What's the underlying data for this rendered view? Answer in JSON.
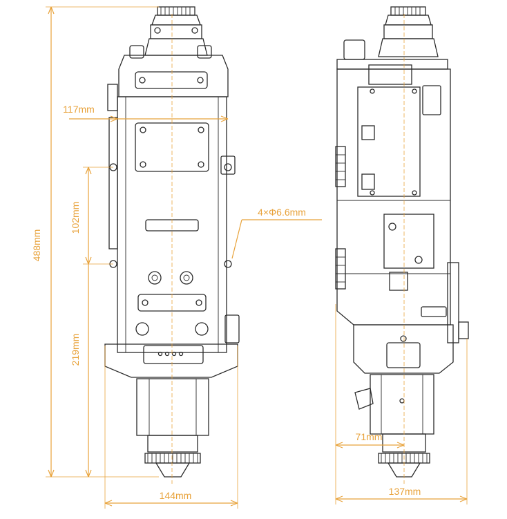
{
  "dimensions": {
    "total_height": "488mm",
    "hole_spacing_top": "117mm",
    "hole_spacing_vertical": "102mm",
    "holes": "4×Φ6.6mm",
    "lower_height": "219mm",
    "front_width": "144mm",
    "side_depth": "137mm",
    "nozzle_offset": "71mm"
  },
  "colors": {
    "dimension": "#e8a23a",
    "outline": "#2a2a2a",
    "background": "#ffffff"
  }
}
